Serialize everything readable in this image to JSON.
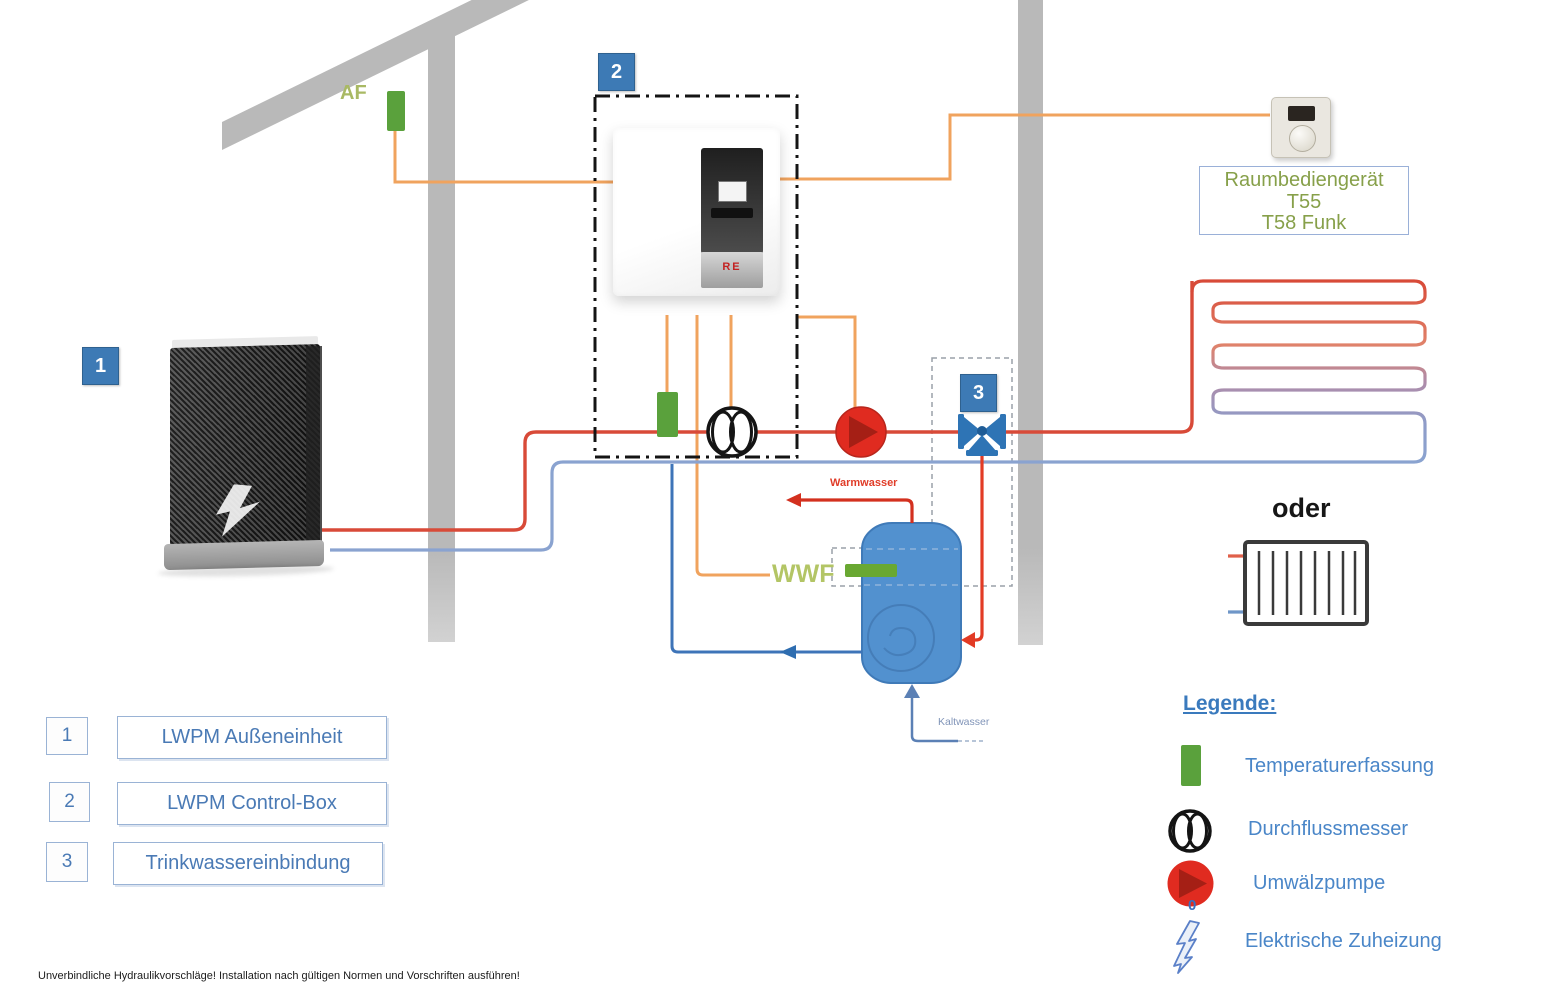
{
  "badges": {
    "b1": "1",
    "b2": "2",
    "b3": "3"
  },
  "labels": {
    "af": "AF",
    "wwf": "WWF",
    "warmwasser": "Warmwasser",
    "kaltwasser": "Kaltwasser",
    "oder": "oder"
  },
  "room_control": {
    "line1": "Raumbediengerät",
    "line2": "T55",
    "line3": "T58 Funk"
  },
  "control_box": {
    "logo": "RE"
  },
  "component_legend": {
    "items": [
      {
        "num": "1",
        "label": "LWPM Außeneinheit"
      },
      {
        "num": "2",
        "label": "LWPM Control-Box"
      },
      {
        "num": "3",
        "label": "Trinkwassereinbindung"
      }
    ]
  },
  "legend": {
    "title": "Legende:",
    "pump_mark": "0",
    "items": [
      {
        "icon": "temperature-sensor-icon",
        "label": "Temperaturerfassung"
      },
      {
        "icon": "flow-meter-icon",
        "label": "Durchflussmesser"
      },
      {
        "icon": "circulation-pump-icon",
        "label": "Umwälzpumpe"
      },
      {
        "icon": "lightning-icon",
        "label": "Elektrische Zuheizung"
      }
    ]
  },
  "footer": "Unverbindliche Hydraulikvorschläge! Installation nach gültigen Normen und Vorschriften ausführen!",
  "colors": {
    "supply_line_red": "#d84a38",
    "return_line_blue": "#8aa3d0",
    "control_line_orange": "#f0a35e",
    "sensor_green": "#5aa13c",
    "tank_blue": "#5291cf",
    "valve_blue": "#2e74b5",
    "badge_blue": "#3d7ab5",
    "legend_text_blue": "#4a86c8"
  }
}
